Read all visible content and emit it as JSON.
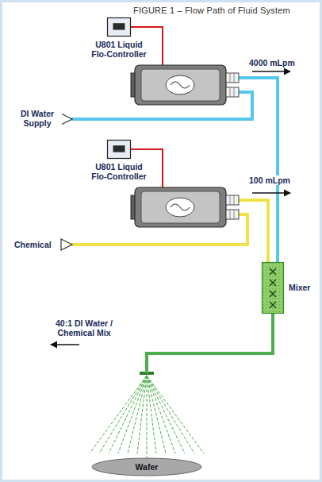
{
  "diagram": {
    "title": "FIGURE 1 – Flow Path of Fluid System",
    "nodes": [
      {
        "text": [
          "U801 Liquid Flo-Controller"
        ]
      },
      {
        "text": [
          "U801 Liquid Flo-Controller"
        ]
      },
      {
        "text": [
          "Mixer"
        ]
      },
      {
        "text": [
          "Wafer"
        ]
      }
    ],
    "edges": [
      {
        "from": 2,
        "to": 3,
        "arrow": "none"
      }
    ],
    "labels": [
      "4000 mLpm",
      "DI Water Supply",
      "100 mLpm",
      "Chemical",
      "40:1 DI Water / Chemical Mix"
    ]
  }
}
